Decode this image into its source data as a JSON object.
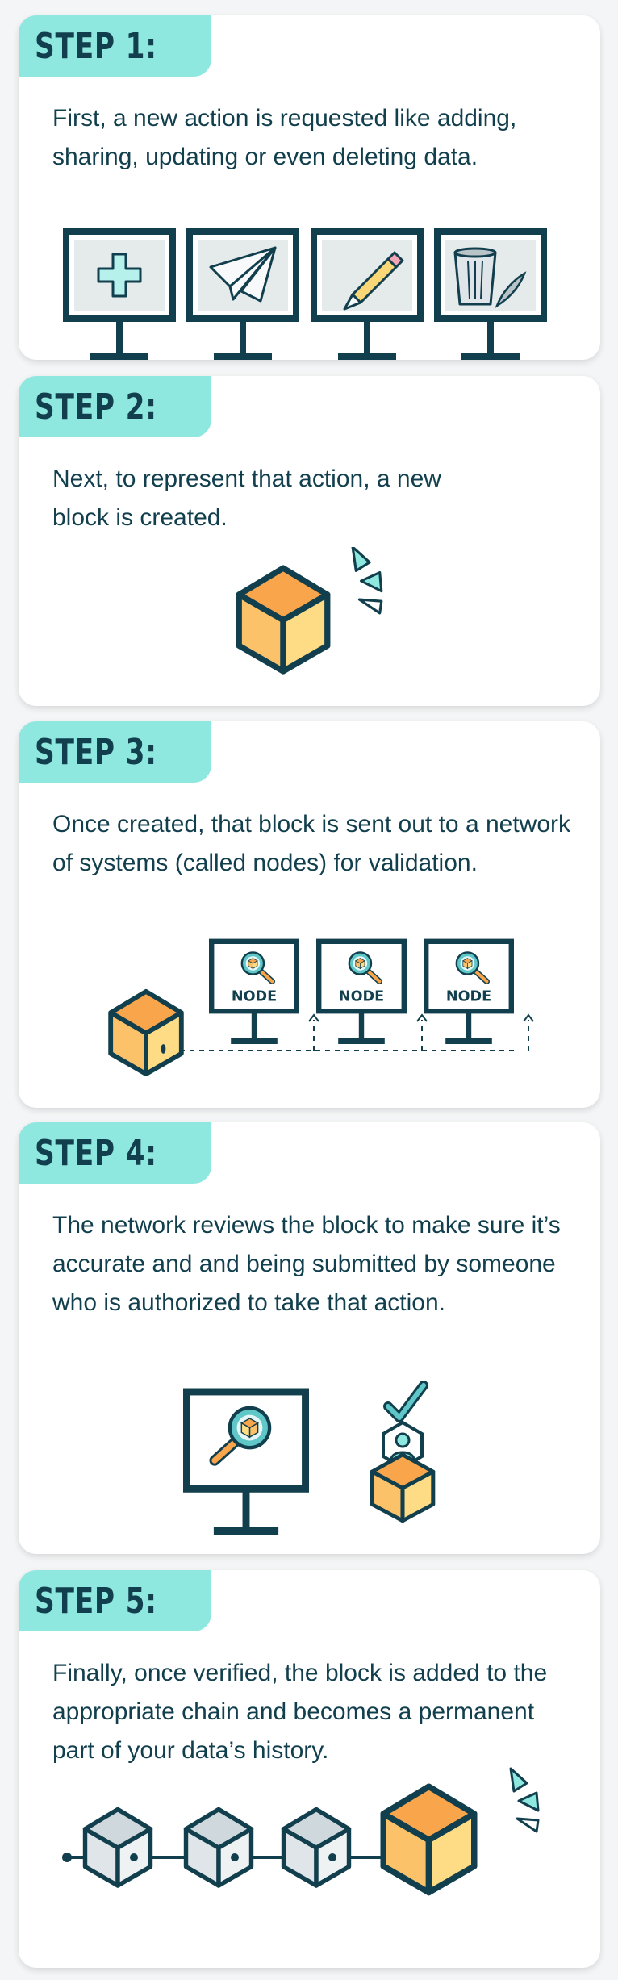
{
  "steps": [
    {
      "title": "STEP 1:",
      "text": "First, a new action is requested like adding, sharing, updating or even deleting data.",
      "icons": [
        "plus-icon",
        "paper-plane-icon",
        "pencil-icon",
        "trash-icon"
      ]
    },
    {
      "title": "STEP 2:",
      "text": "Next, to represent that action, a new block is created.",
      "icons": [
        "block-cube-icon"
      ]
    },
    {
      "title": "STEP 3:",
      "text": "Once created, that block is sent out to a network of systems (called nodes) for validation.",
      "node_label": "NODE"
    },
    {
      "title": "STEP 4:",
      "text": "The network reviews the block to make sure it’s accurate and and being submitted by someone who is authorized to take that action."
    },
    {
      "title": "STEP 5:",
      "text": "Finally, once verified, the block is added to the appropriate chain and becomes a permanent part of your data’s history."
    }
  ],
  "colors": {
    "dark": "#123f4d",
    "tag": "#8fe8e0",
    "orange": "#f9a54c",
    "orange_light": "#fcc26a",
    "yellow": "#fddc85",
    "gray": "#cfd8dc"
  }
}
